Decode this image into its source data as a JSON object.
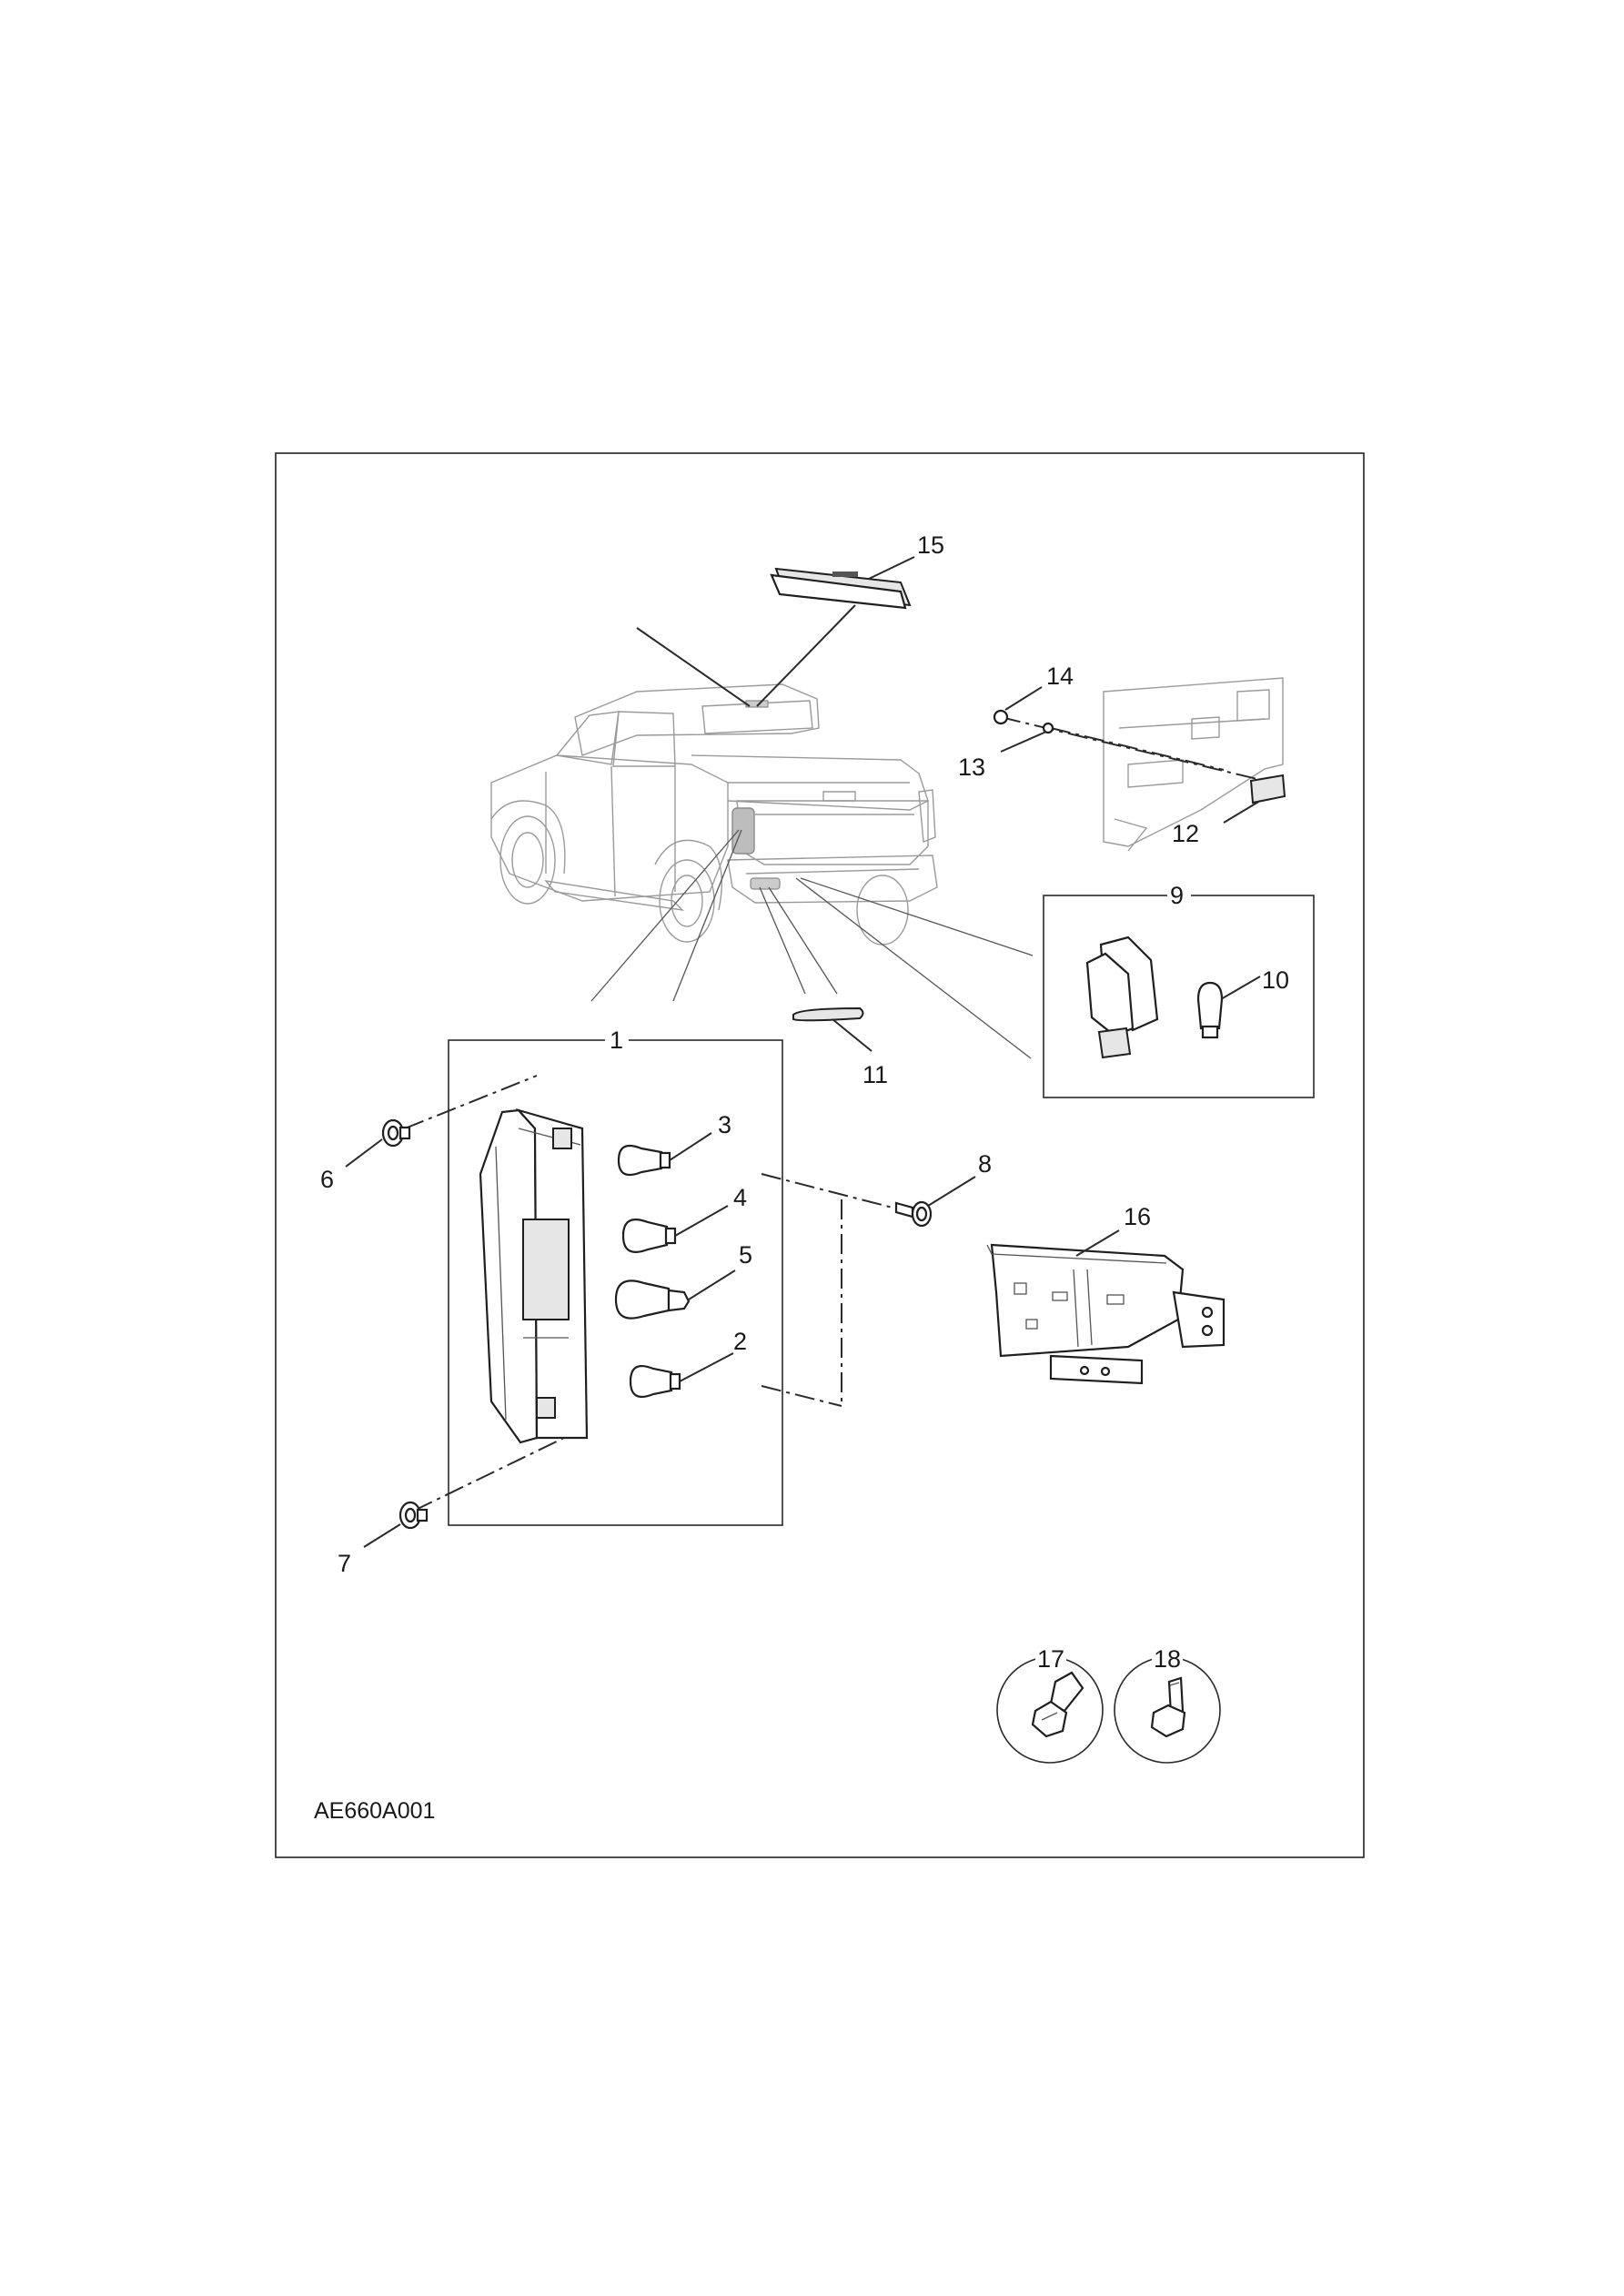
{
  "figure_code": "AE660A001",
  "callouts": {
    "c1": "1",
    "c2": "2",
    "c3": "3",
    "c4": "4",
    "c5": "5",
    "c6": "6",
    "c7": "7",
    "c8": "8",
    "c9": "9",
    "c10": "10",
    "c11": "11",
    "c12": "12",
    "c13": "13",
    "c14": "14",
    "c15": "15",
    "c16": "16",
    "c17": "17",
    "c18": "18"
  }
}
